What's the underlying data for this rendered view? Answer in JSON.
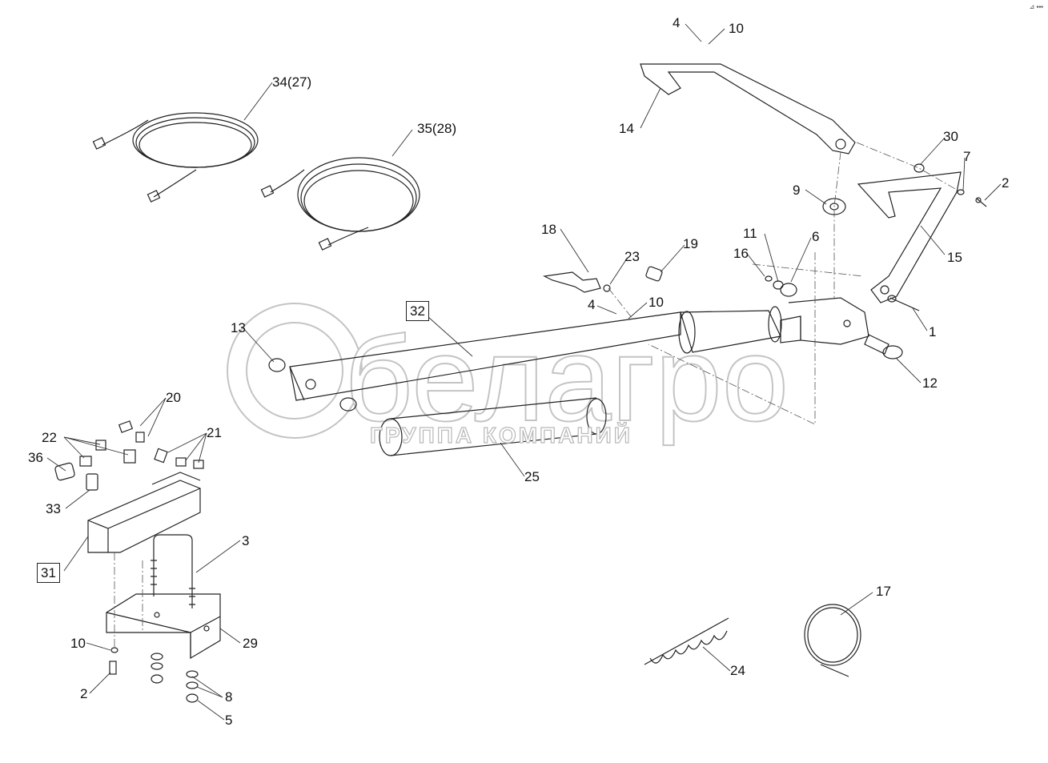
{
  "corner_mark": "⊿ ▪▪▪",
  "watermark": {
    "brand": "белагро",
    "tagline": "ГРУППА КОМПАНИЙ"
  },
  "callouts": {
    "c34": "34(27)",
    "c35": "35(28)",
    "c4a": "4",
    "c10a": "10",
    "c14": "14",
    "c30": "30",
    "c7": "7",
    "c2a": "2",
    "c9": "9",
    "c15": "15",
    "c11": "11",
    "c6": "6",
    "c16": "16",
    "c18": "18",
    "c19": "19",
    "c23": "23",
    "c4b": "4",
    "c10b": "10",
    "c1": "1",
    "c12": "12",
    "c13": "13",
    "c32": "32",
    "c25": "25",
    "c20": "20",
    "c21": "21",
    "c22": "22",
    "c36": "36",
    "c33": "33",
    "c31": "31",
    "c3": "3",
    "c29": "29",
    "c10c": "10",
    "c2b": "2",
    "c8": "8",
    "c5": "5",
    "c17": "17",
    "c24": "24"
  }
}
